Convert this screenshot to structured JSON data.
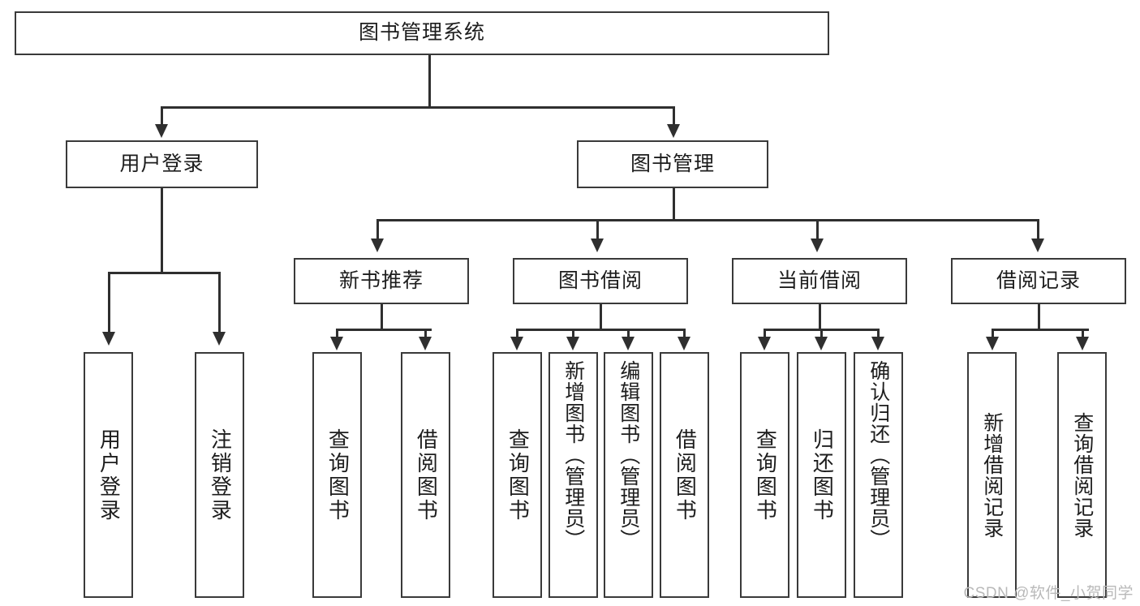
{
  "diagram": {
    "type": "tree",
    "title": "图书管理系统",
    "root": {
      "label": "图书管理系统"
    },
    "level2": [
      {
        "label": "用户登录"
      },
      {
        "label": "图书管理"
      }
    ],
    "level3": [
      {
        "label": "新书推荐"
      },
      {
        "label": "图书借阅"
      },
      {
        "label": "当前借阅"
      },
      {
        "label": "借阅记录"
      }
    ],
    "leaves": {
      "user_login": [
        {
          "label": "用户登录"
        },
        {
          "label": "注销登录"
        }
      ],
      "new_book_recommend": [
        {
          "label": "查询图书"
        },
        {
          "label": "借阅图书"
        }
      ],
      "book_borrow": [
        {
          "label": "查询图书"
        },
        {
          "label": "新增图书（管理员）"
        },
        {
          "label": "编辑图书（管理员）"
        },
        {
          "label": "借阅图书"
        }
      ],
      "current_borrow": [
        {
          "label": "查询图书"
        },
        {
          "label": "归还图书"
        },
        {
          "label": "确认归还（管理员）"
        }
      ],
      "borrow_record": [
        {
          "label": "新增借阅记录"
        },
        {
          "label": "查询借阅记录"
        }
      ]
    }
  },
  "watermark": {
    "text": "CSDN @软件_小贺同学"
  },
  "colors": {
    "stroke": "#3a3a3a",
    "connector": "#2f2f2f",
    "background": "#ffffff",
    "text": "#1d1d1d",
    "watermark": "#b9b9b9"
  }
}
